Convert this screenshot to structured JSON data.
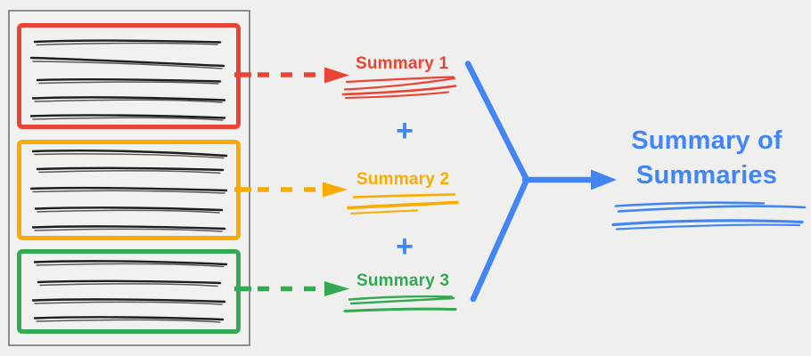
{
  "colors": {
    "background": "#EFEFED",
    "document_border": "#8C8C8C",
    "red": "#EA4335",
    "orange": "#F9AB00",
    "green": "#34A853",
    "blue": "#4285F4",
    "ink": "#1E1E1E"
  },
  "document": {
    "sections": [
      {
        "name": "section-1",
        "border_color": "#EA4335",
        "text_lines": 5
      },
      {
        "name": "section-2",
        "border_color": "#F9AB00",
        "text_lines": 5
      },
      {
        "name": "section-3",
        "border_color": "#34A853",
        "text_lines": 4
      }
    ]
  },
  "summaries": [
    {
      "label": "Summary 1",
      "color": "#EA4335"
    },
    {
      "label": "Summary 2",
      "color": "#F9AB00"
    },
    {
      "label": "Summary 3",
      "color": "#34A853"
    }
  ],
  "operators": [
    "+",
    "+"
  ],
  "result": {
    "label": "Summary of Summaries",
    "color": "#4285F4"
  }
}
